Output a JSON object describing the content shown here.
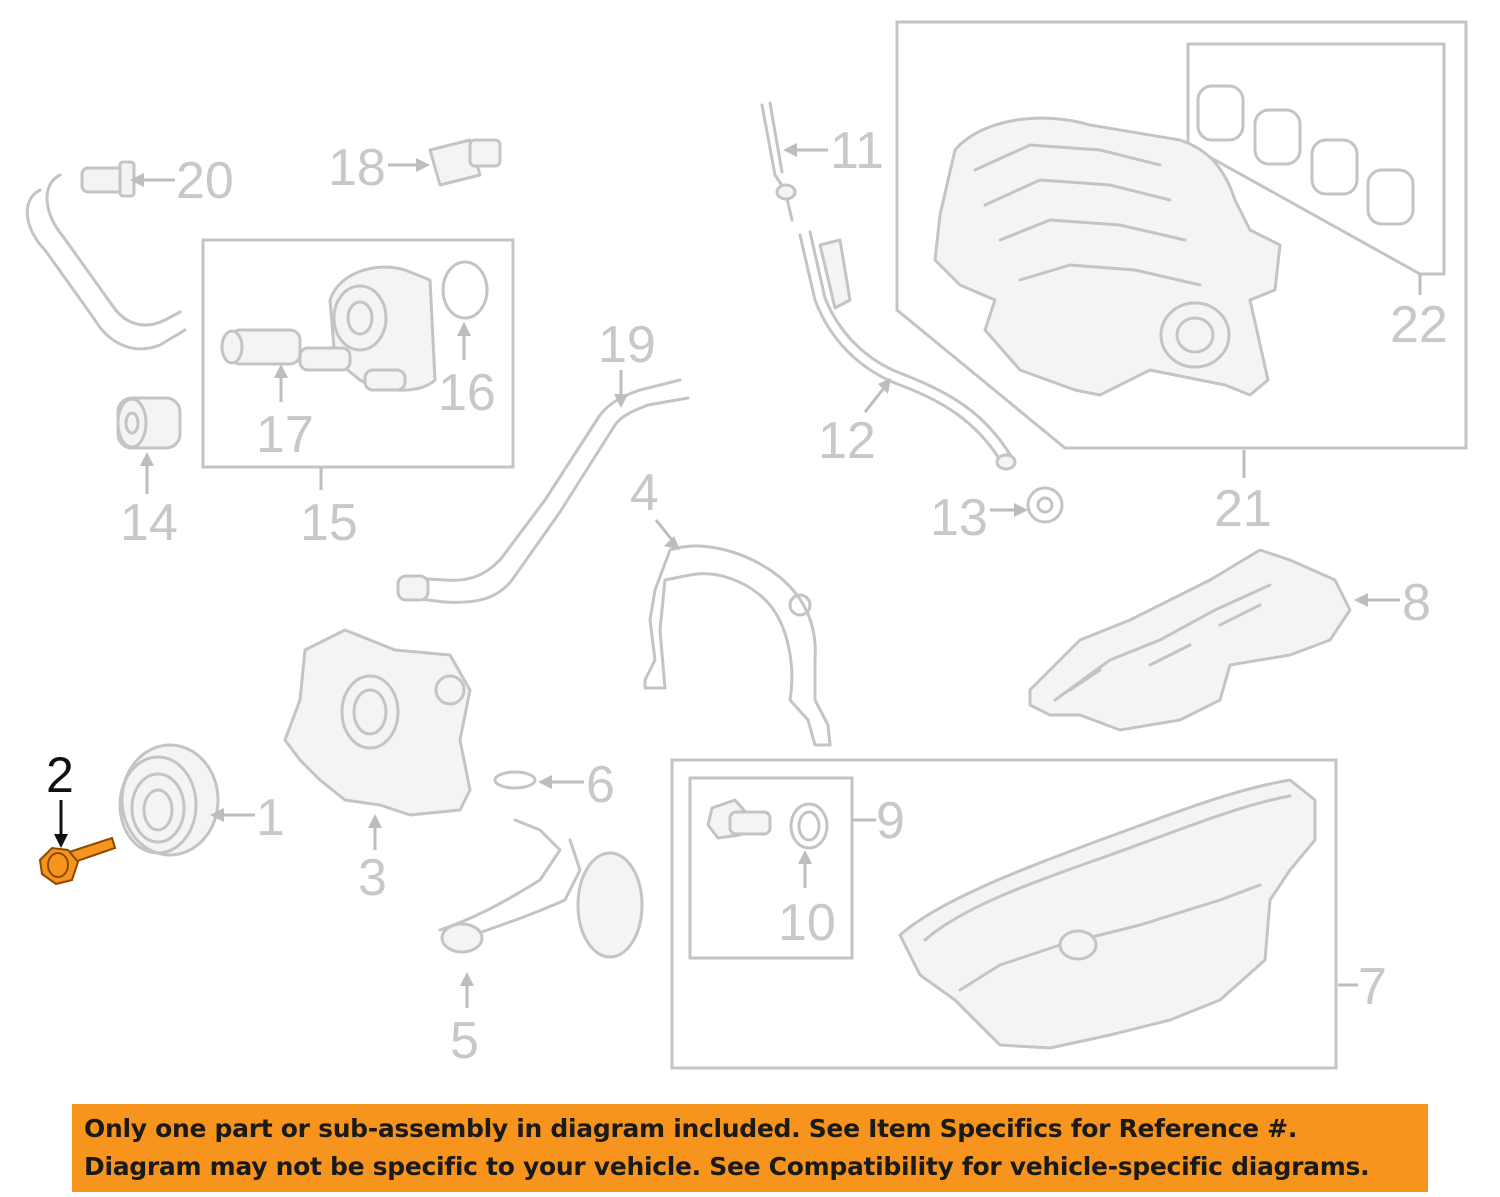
{
  "callouts": {
    "c1": "1",
    "c2": "2",
    "c3": "3",
    "c4": "4",
    "c5": "5",
    "c6": "6",
    "c7": "7",
    "c8": "8",
    "c9": "9",
    "c10": "10",
    "c11": "11",
    "c12": "12",
    "c13": "13",
    "c14": "14",
    "c15": "15",
    "c16": "16",
    "c17": "17",
    "c18": "18",
    "c19": "19",
    "c20": "20",
    "c21": "21",
    "c22": "22"
  },
  "highlighted_part": "2",
  "banner": {
    "line1": "Only one part or sub-assembly in diagram included. See Item Specifics for Reference #.",
    "line2": "Diagram may not be specific to your vehicle. See Compatibility for vehicle-specific diagrams."
  },
  "colors": {
    "banner_bg": "#f7941d",
    "highlight_part": "#f7941d",
    "line_art": "#c4c4c4",
    "callout_text": "#c8c8c8",
    "highlight_text": "#111111"
  }
}
